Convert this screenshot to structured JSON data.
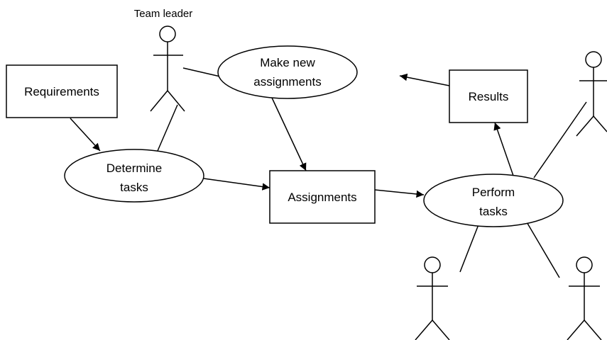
{
  "actors": {
    "team_leader": "Team leader"
  },
  "nodes": {
    "requirements": "Requirements",
    "make_new_assignments": {
      "line1": "Make new",
      "line2": "assignments"
    },
    "results": "Results",
    "determine_tasks": {
      "line1": "Determine",
      "line2": "tasks"
    },
    "assignments": "Assignments",
    "perform_tasks": {
      "line1": "Perform",
      "line2": "tasks"
    }
  }
}
